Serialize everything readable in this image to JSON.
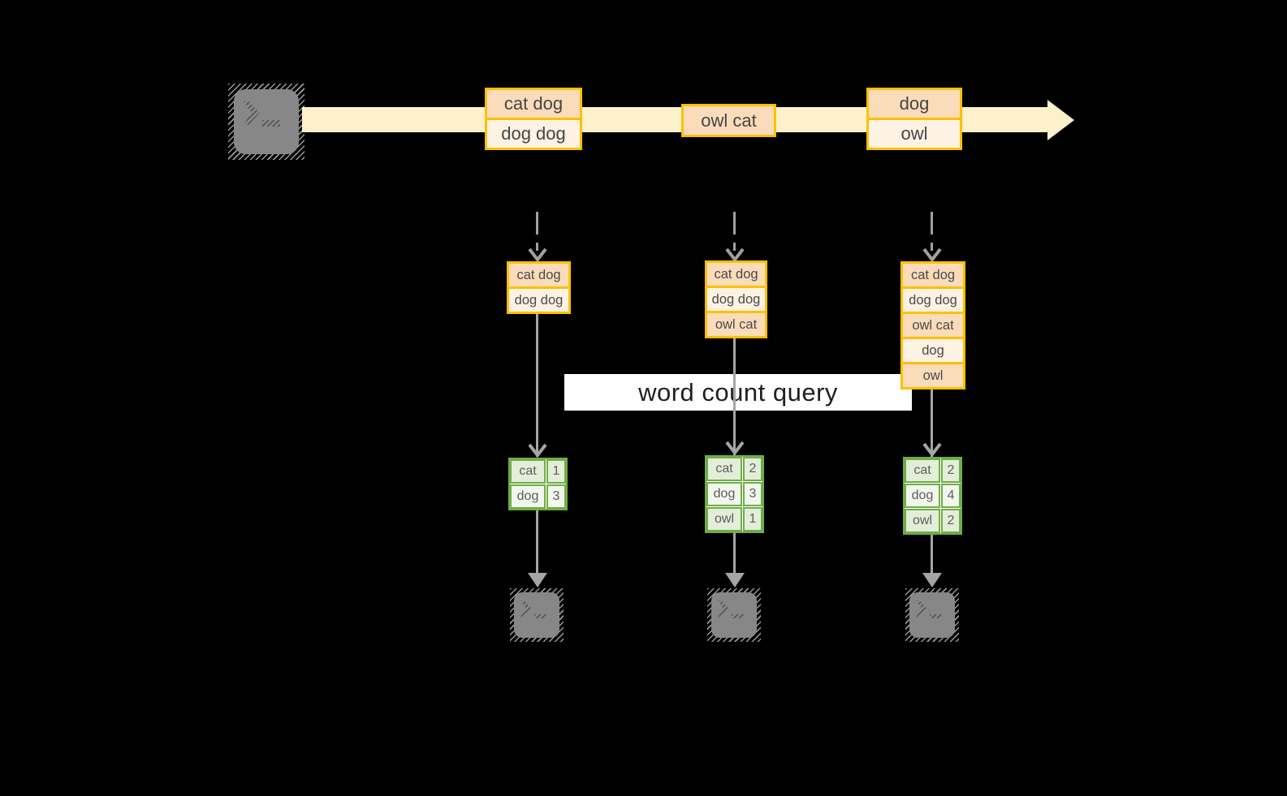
{
  "stream": {
    "events": [
      {
        "lines": [
          "cat dog",
          "dog dog"
        ]
      },
      {
        "lines": [
          "owl cat"
        ]
      },
      {
        "lines": [
          "dog",
          "owl"
        ]
      }
    ]
  },
  "query": {
    "label": "word count query"
  },
  "columns": [
    {
      "buffer": [
        "cat dog",
        "dog dog"
      ],
      "counts": [
        {
          "word": "cat",
          "count": "1"
        },
        {
          "word": "dog",
          "count": "3"
        }
      ]
    },
    {
      "buffer": [
        "cat dog",
        "dog dog",
        "owl cat"
      ],
      "counts": [
        {
          "word": "cat",
          "count": "2"
        },
        {
          "word": "dog",
          "count": "3"
        },
        {
          "word": "owl",
          "count": "1"
        }
      ]
    },
    {
      "buffer": [
        "cat dog",
        "dog dog",
        "owl cat",
        "dog",
        "owl"
      ],
      "counts": [
        {
          "word": "cat",
          "count": "2"
        },
        {
          "word": "dog",
          "count": "4"
        },
        {
          "word": "owl",
          "count": "2"
        }
      ]
    }
  ],
  "icons": {
    "source": "terminal-icon",
    "sinks": [
      "terminal-icon",
      "terminal-icon",
      "terminal-icon"
    ]
  },
  "colors": {
    "background": "#000000",
    "stream_band": "#FCF1CB",
    "event_border": "#FEC000",
    "event_fill_dark": "#FBDCBA",
    "event_fill_light": "#FDF2E3",
    "table_border": "#70AD47",
    "table_fill_a": "#E3EED9",
    "table_fill_b": "#F1F7EC",
    "arrow_gray": "#A5A5A5",
    "query_band": "#FFFFFF"
  }
}
